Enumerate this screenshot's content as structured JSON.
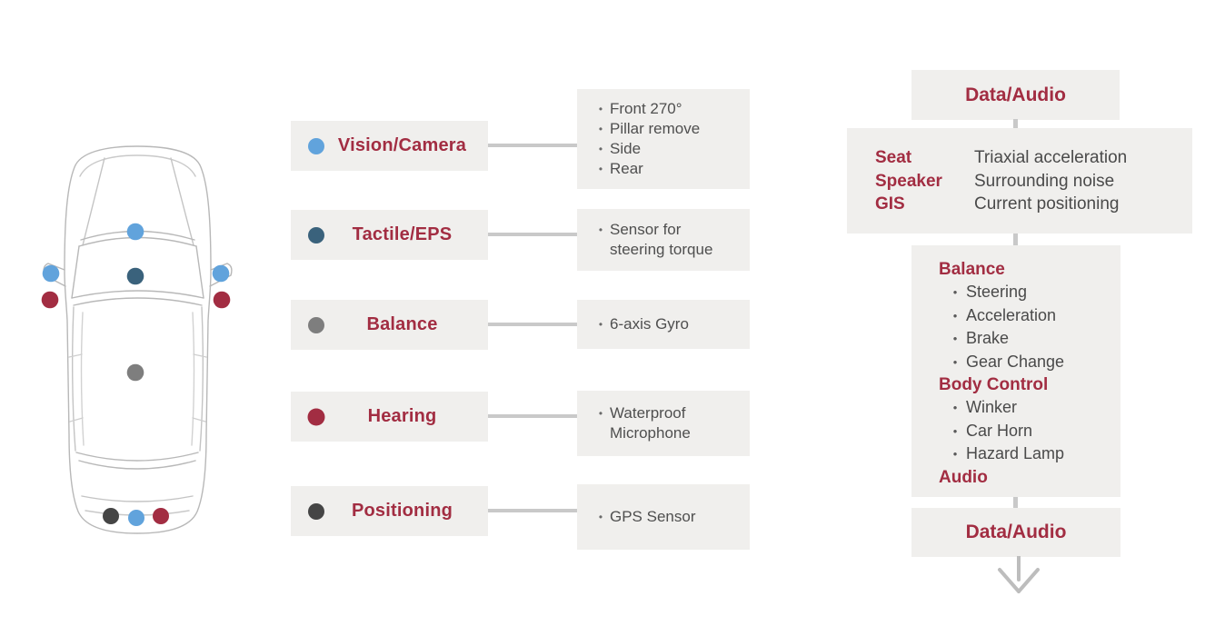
{
  "palette": {
    "background": "#FFFFFF",
    "box_gray": "#F0EFED",
    "accent_red": "#A22D42",
    "light_blue": "#61A3DC",
    "dark_blue": "#3A627C",
    "mid_gray": "#7E7E7E",
    "dark_gray": "#454545",
    "connector_gray": "#C9C9C9",
    "body_text_gray": "#4A4A4A",
    "car_outline_gray": "#B8B8B8"
  },
  "car": {
    "dots": [
      {
        "name": "front-windshield-camera",
        "color": "#61A3DC"
      },
      {
        "name": "left-mirror-camera",
        "color": "#61A3DC"
      },
      {
        "name": "right-mirror-camera",
        "color": "#61A3DC"
      },
      {
        "name": "left-mirror-microphone",
        "color": "#A22D42"
      },
      {
        "name": "right-mirror-microphone",
        "color": "#A22D42"
      },
      {
        "name": "steering-tactile-sensor",
        "color": "#3A627C"
      },
      {
        "name": "balance-gyro-sensor",
        "color": "#7E7E7E"
      },
      {
        "name": "rear-positioning-sensor",
        "color": "#454545"
      },
      {
        "name": "rear-camera",
        "color": "#61A3DC"
      },
      {
        "name": "rear-microphone",
        "color": "#A22D42"
      }
    ]
  },
  "legend": {
    "rows": [
      {
        "dot_color": "#61A3DC",
        "label": "Vision/Camera",
        "bullets": [
          "Front 270°",
          "Pillar remove",
          "Side",
          "Rear"
        ]
      },
      {
        "dot_color": "#3A627C",
        "label": "Tactile/EPS",
        "bullets": [
          "Sensor for steering torque"
        ]
      },
      {
        "dot_color": "#7E7E7E",
        "label": "Balance",
        "bullets": [
          "6-axis Gyro"
        ]
      },
      {
        "dot_color": "#A22D42",
        "label": "Hearing",
        "bullets": [
          "Waterproof Microphone"
        ]
      },
      {
        "dot_color": "#454545",
        "label": "Positioning",
        "bullets": [
          "GPS Sensor"
        ]
      }
    ]
  },
  "flow": {
    "top_box": {
      "label": "Data/Audio"
    },
    "io_box": {
      "rows": [
        {
          "source": "Seat",
          "signal": "Triaxial acceleration"
        },
        {
          "source": "Speaker",
          "signal": "Surrounding noise"
        },
        {
          "source": "GIS",
          "signal": "Current positioning"
        }
      ]
    },
    "control_box": {
      "sections": [
        {
          "heading": "Balance",
          "items": [
            "Steering",
            "Acceleration",
            "Brake",
            "Gear Change"
          ]
        },
        {
          "heading": "Body Control",
          "items": [
            "Winker",
            "Car Horn",
            "Hazard Lamp"
          ]
        },
        {
          "heading": "Audio",
          "items": []
        }
      ]
    },
    "bottom_box": {
      "label": "Data/Audio"
    }
  }
}
